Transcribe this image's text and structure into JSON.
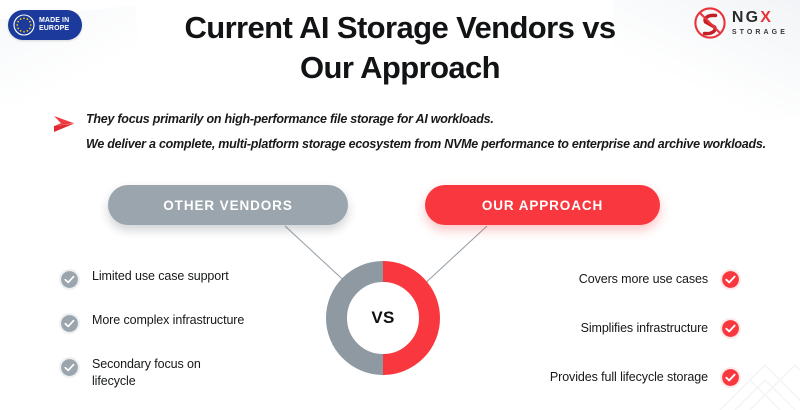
{
  "brand": {
    "badge": {
      "line1": "MADE IN",
      "line2": "EUROPE",
      "color": "#1b3a9c"
    },
    "logo": {
      "ngx_prefix": "NG",
      "ngx_accent": "X",
      "tagline": "STORAGE",
      "accent_color": "#e8333a"
    }
  },
  "header": {
    "title_line1": "Current AI Storage Vendors vs",
    "title_line2": "Our Approach"
  },
  "subtitle": {
    "arrow_icon": "red-arrow-icon",
    "lines": [
      "They focus primarily on high-performance file storage for AI workloads.",
      "We deliver a complete, multi-platform storage ecosystem from NVMe performance to enterprise and archive workloads."
    ]
  },
  "comparison": {
    "left_pill_label": "OTHER VENDORS",
    "right_pill_label": "OUR APPROACH",
    "center_label": "VS",
    "left_color": "#9aa5ad",
    "right_color": "#f8383e",
    "left_items": [
      "Limited use case support",
      "More complex infrastructure",
      "Secondary focus on lifecycle"
    ],
    "right_items": [
      "Covers more use cases",
      "Simplifies infrastructure",
      "Provides full lifecycle storage"
    ]
  }
}
